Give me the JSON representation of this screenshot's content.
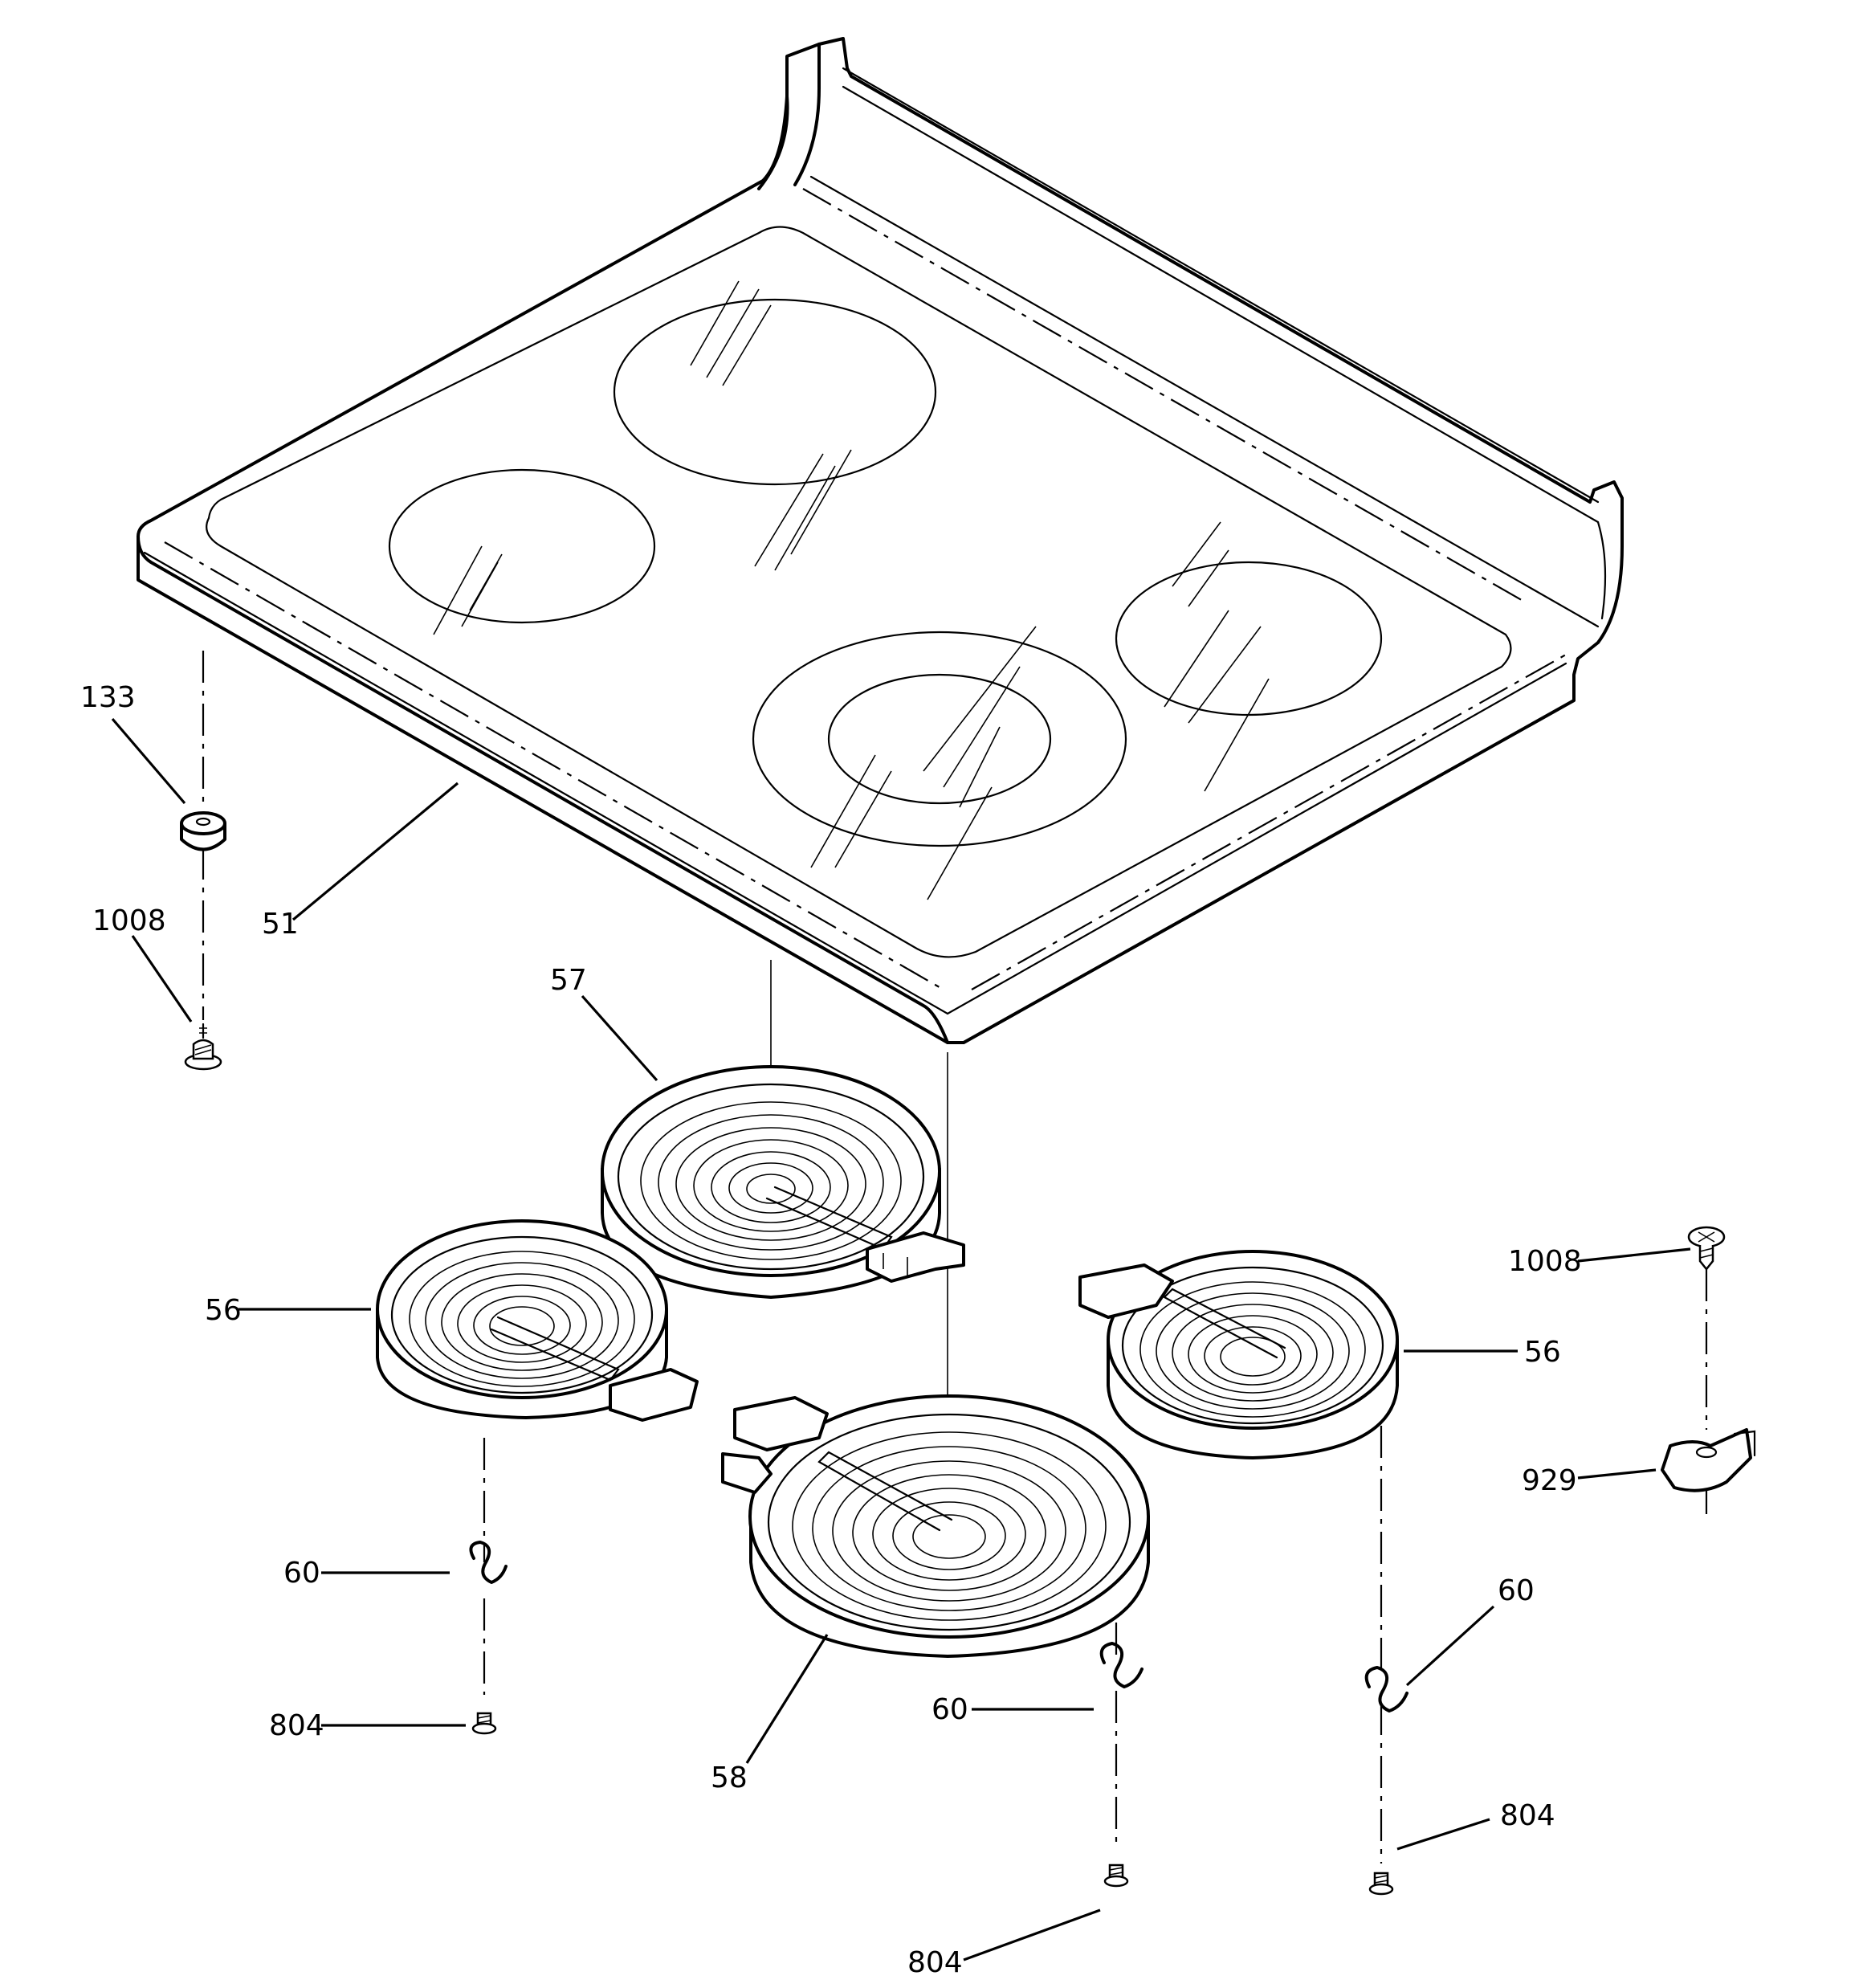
{
  "diagram": {
    "callouts": {
      "c133": "133",
      "c51": "51",
      "c1008_left": "1008",
      "c57": "57",
      "c56_left": "56",
      "c56_right": "56",
      "c1008_right": "1008",
      "c929": "929",
      "c60_left": "60",
      "c60_center": "60",
      "c60_right": "60",
      "c58": "58",
      "c804_left": "804",
      "c804_center": "804",
      "c804_right": "804"
    }
  }
}
